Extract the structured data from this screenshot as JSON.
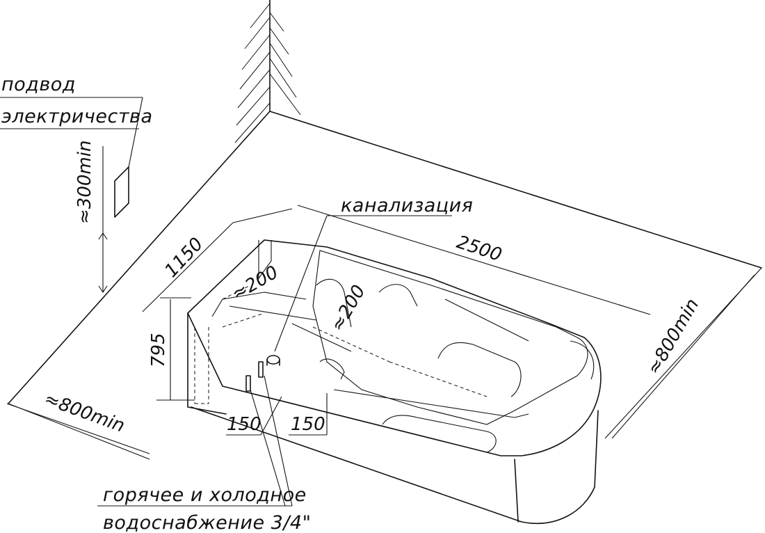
{
  "labels": {
    "power_line1": "подвод",
    "power_line2": "электричества",
    "sewer": "канализация",
    "water_line1": "горячее и холодное",
    "water_line2": "водоснабжение 3/4\""
  },
  "dimensions": {
    "length": "2500",
    "width": "1150",
    "height": "795",
    "outlet_x": "≈200",
    "outlet_y": "≈200",
    "pipe_offset_1": "150",
    "pipe_offset_2": "150",
    "power_height": "≈300min",
    "clearance_left": "≈800min",
    "clearance_right": "≈800min"
  }
}
